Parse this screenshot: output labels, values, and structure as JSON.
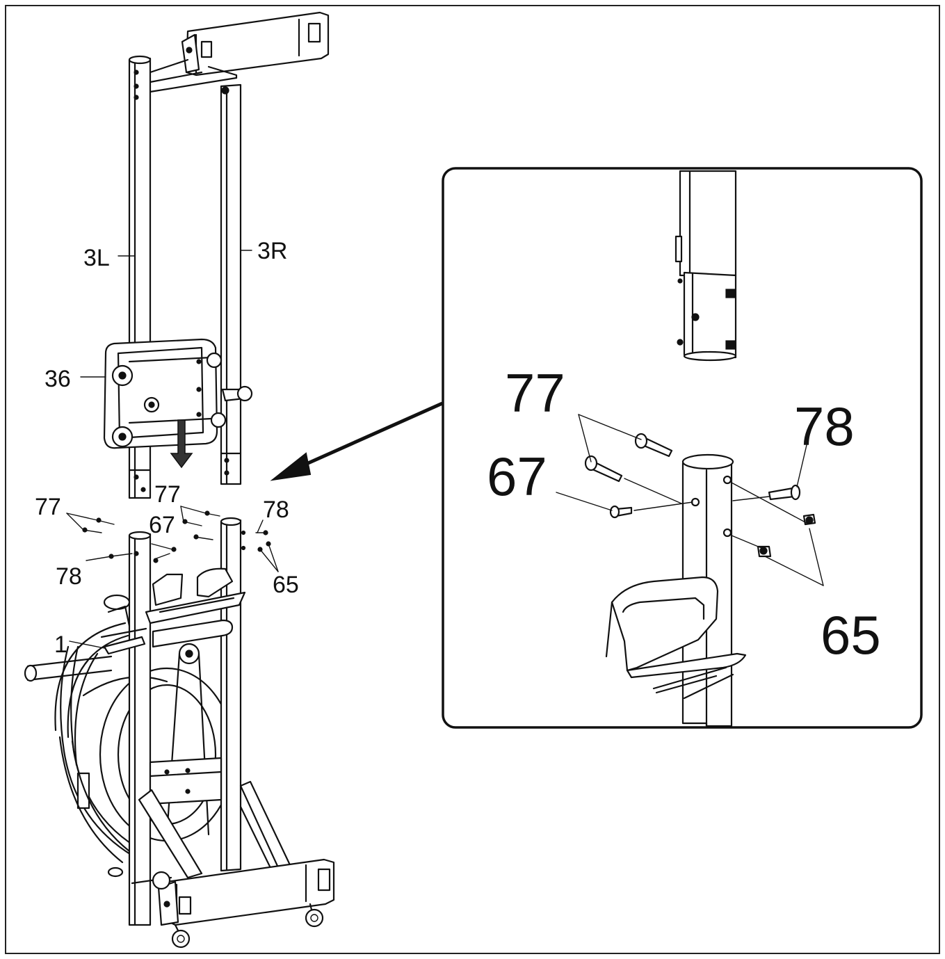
{
  "diagram": {
    "main_labels": {
      "part_3l": "3L",
      "part_3r": "3R",
      "part_36": "36",
      "part_77_left": "77",
      "part_77_mid": "77",
      "part_67": "67",
      "part_78_right": "78",
      "part_78_left": "78",
      "part_65": "65",
      "part_1": "1"
    },
    "detail_labels": {
      "part_77": "77",
      "part_78": "78",
      "part_67": "67",
      "part_65": "65"
    }
  }
}
